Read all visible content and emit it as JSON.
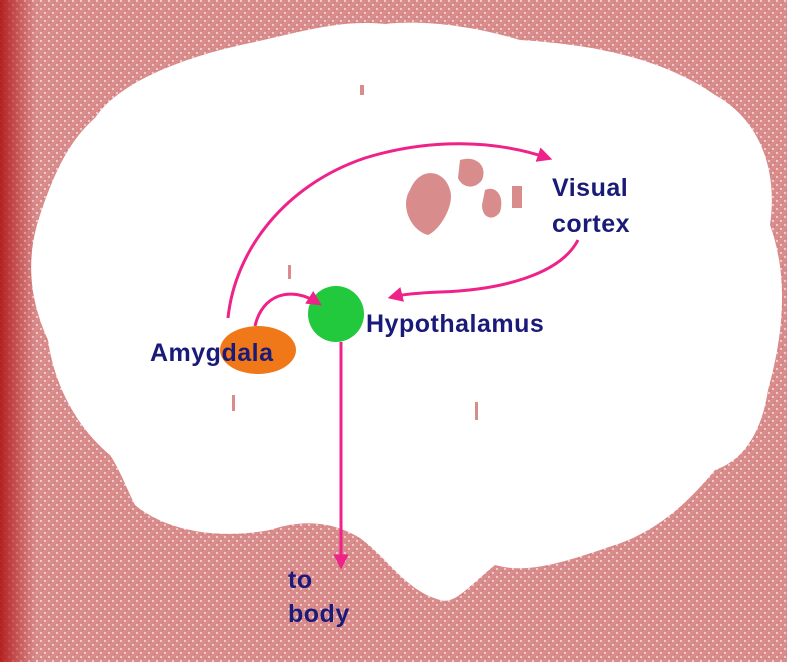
{
  "labels": {
    "visual_cortex_line1": "Visual",
    "visual_cortex_line2": "cortex",
    "hypothalamus": "Hypothalamus",
    "amygdala": "Amygdala",
    "to_body_line1": "to",
    "to_body_line2": "body"
  },
  "colors": {
    "background": "#d98c8c",
    "background_dark": "#c96b6b",
    "background_edge": "#b31b1b",
    "brain": "#ffffff",
    "arrow": "#ee2288",
    "amygdala_fill": "#f07818",
    "hypothalamus_fill": "#22c93c",
    "label_text": "#1a1a78"
  },
  "icons": {
    "brain": "brain-silhouette",
    "amygdala": "orange-ellipse",
    "hypothalamus": "green-circle"
  }
}
